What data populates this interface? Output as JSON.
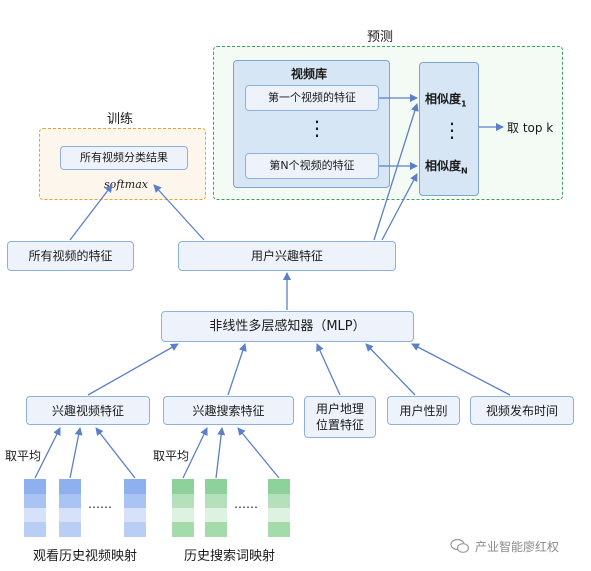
{
  "predict": {
    "title": "预测",
    "library_title": "视频库",
    "first_feature": "第一个视频的特征",
    "dots_v": "⋮",
    "nth_feature": "第N个视频的特征",
    "sim1_base": "相似度",
    "sim1_sub": "1",
    "simN_base": "相似度",
    "simN_sub": "N",
    "topk": "取 top k"
  },
  "train": {
    "title": "训练",
    "classification": "所有视频分类结果",
    "softmax": "softmax"
  },
  "all_video_features": "所有视频的特征",
  "user_interest": "用户兴趣特征",
  "mlp": "非线性多层感知器（MLP）",
  "inputs": {
    "interest_video": "兴趣视频特征",
    "interest_search": "兴趣搜索特征",
    "geo_line1": "用户地理",
    "geo_line2": "位置特征",
    "gender": "用户性别",
    "publish_time": "视频发布时间"
  },
  "avg1": "取平均",
  "avg2": "取平均",
  "dots1": "……",
  "dots2": "……",
  "watch_embed": "观看历史视频映射",
  "search_embed": "历史搜索词映射",
  "watermark": "产业智能廖红权",
  "colors": {
    "arrow": "#5b7fc8",
    "node_fill": "#eef3fb",
    "predict_border": "#3ba35a",
    "train_border": "#e9a33a",
    "embed_blue": "#8fb0ee",
    "embed_green": "#8fd19a"
  }
}
